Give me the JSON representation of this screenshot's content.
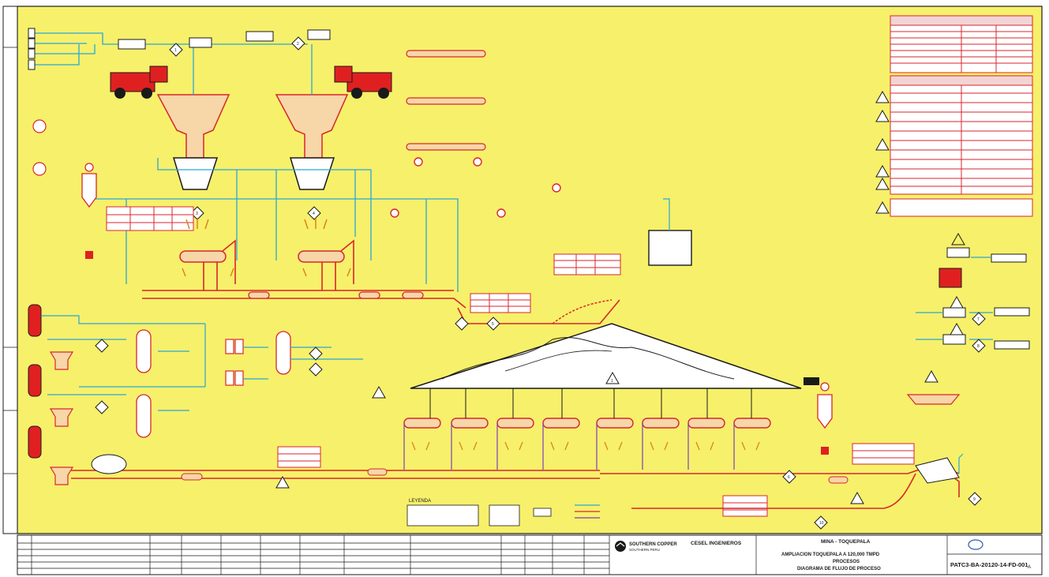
{
  "colors": {
    "sheet_bg": "#f7f06a",
    "pipe_blue": "#2aa7d6",
    "line_red": "#d8262c",
    "equip_red": "#e02020",
    "ink": "#1a1a1a",
    "title_bg": "#ffffff"
  },
  "title_block": {
    "company": "SOUTHERN COPPER",
    "company_sub": "SOUTHERN PERU",
    "consultant": "CESEL INGENIEROS",
    "mine": "MINA - TOQUEPALA",
    "project": "AMPLIACION TOQUEPALA A 120,000 TMPD",
    "discipline": "PROCESOS",
    "drawing_title": "DIAGRAMA DE FLUJO DE PROCESO",
    "drawing_number": "PATC3-BA-20120-14-FD-001",
    "revision": "A"
  },
  "legend_title": "LEYENDA",
  "streams": {
    "s1": "1",
    "s2": "2",
    "s3": "3",
    "s4": "4",
    "s5": "5",
    "s6": "6",
    "s7": "7",
    "s8": "8",
    "s9": "9",
    "s10": "10"
  },
  "notes_marker": "1"
}
